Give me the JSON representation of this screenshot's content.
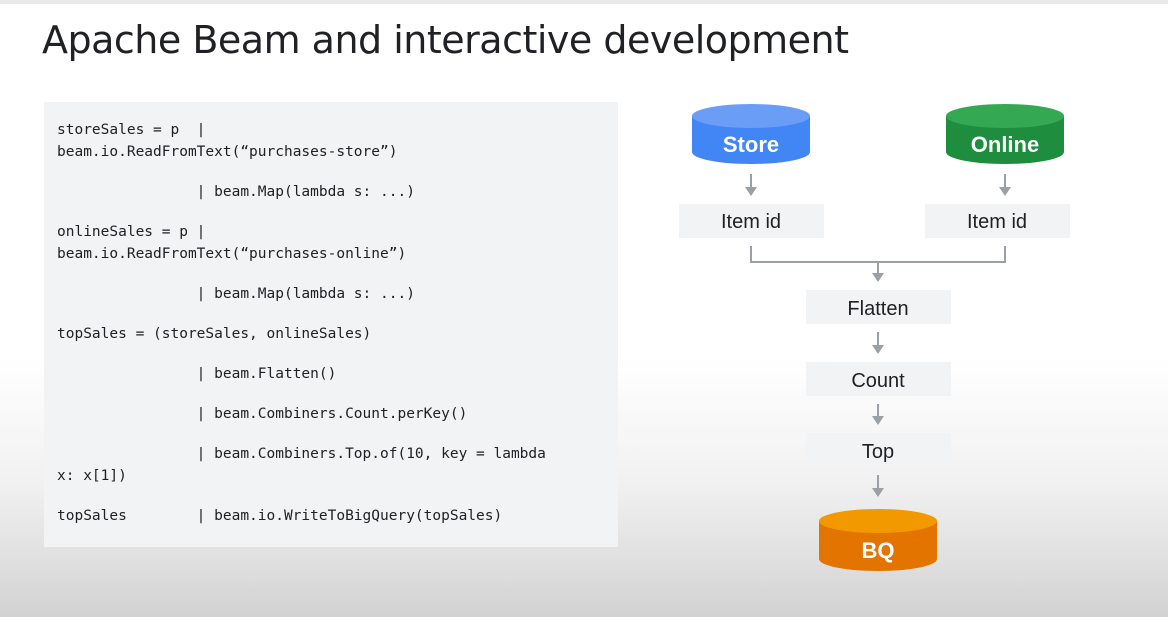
{
  "slide": {
    "title": "Apache Beam and interactive development"
  },
  "code": {
    "lines": [
      "storeSales = p  |",
      "beam.io.ReadFromText(“purchases-store”)",
      "                | beam.Map(lambda s: ...)",
      "onlineSales = p |",
      "beam.io.ReadFromText(“purchases-online”)",
      "                | beam.Map(lambda s: ...)",
      "topSales = (storeSales, onlineSales)",
      "                | beam.Flatten()",
      "                | beam.Combiners.Count.perKey()",
      "                | beam.Combiners.Top.of(10, key = lambda",
      "x: x[1])",
      "topSales        | beam.io.WriteToBigQuery(topSales)"
    ]
  },
  "diagram": {
    "sources": {
      "store": {
        "label": "Store",
        "color": "#4285f4",
        "top_color": "#6a9ef6"
      },
      "online": {
        "label": "Online",
        "color": "#1e8e3e",
        "top_color": "#34a853"
      }
    },
    "steps": {
      "item_id_store": "Item id",
      "item_id_online": "Item id",
      "flatten": "Flatten",
      "count": "Count",
      "top": "Top"
    },
    "sink": {
      "label": "BQ",
      "color": "#e37400",
      "top_color": "#f29900"
    }
  }
}
